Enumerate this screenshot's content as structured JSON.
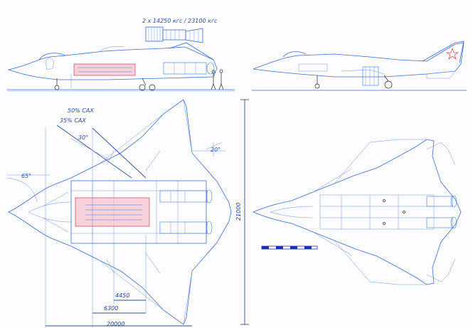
{
  "engine_label": "2 x 14250 кгс / 23100 кгс",
  "sweep_labels": {
    "mac_50": "50% CAX",
    "mac_35": "35% CAX",
    "sweep_30": "30°",
    "sweep_20": "20°",
    "sweep_65": "65°"
  },
  "dimensions": {
    "d_4450": "4450",
    "d_6300": "6300",
    "d_20000": "20000",
    "d_21000": "21000"
  },
  "colors": {
    "line_blue": "#3a6bd0",
    "dim_blue": "#1f3f88",
    "pink": "#f4c3cf",
    "scale_bar": "#1c2fae"
  }
}
